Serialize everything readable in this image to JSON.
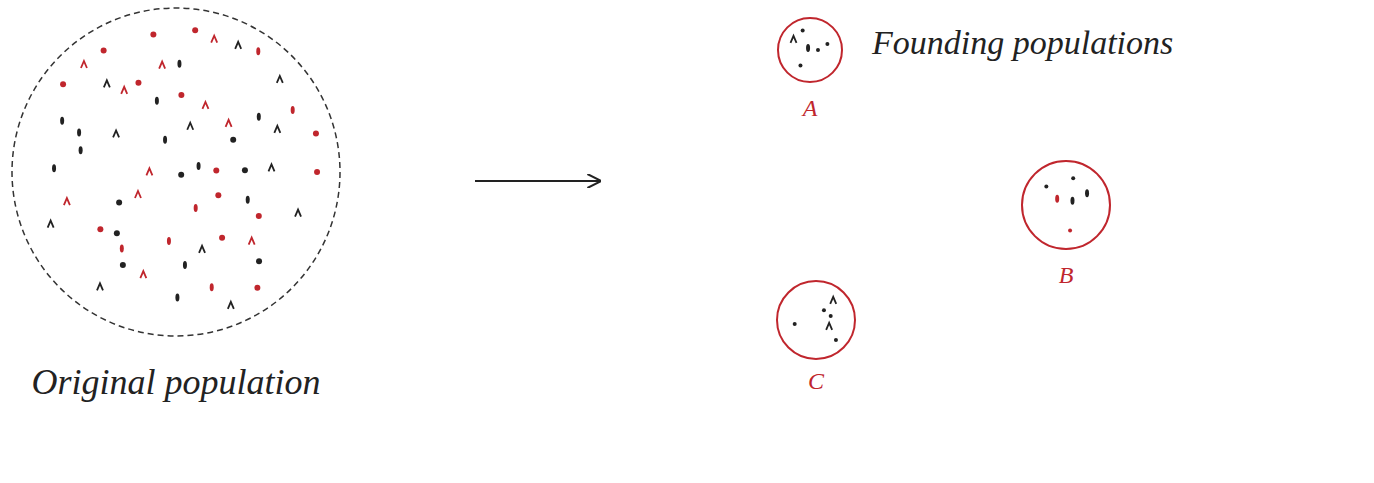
{
  "diagram": {
    "nodes": [
      {
        "text": [
          "Original population"
        ]
      },
      {
        "text": [
          "A"
        ]
      },
      {
        "text": [
          "B"
        ]
      },
      {
        "text": [
          "C"
        ]
      }
    ],
    "labels": [
      "Founding populations"
    ]
  }
}
